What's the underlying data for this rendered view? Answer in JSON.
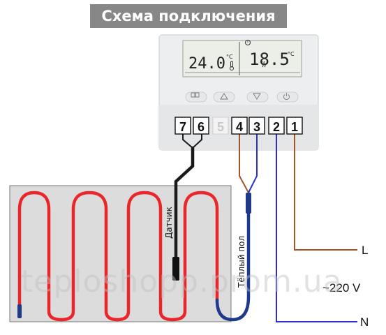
{
  "title": "Схема подключения",
  "display": {
    "floor_temp": "24.0",
    "floor_unit": "°C",
    "set_temp": "18.5",
    "set_unit": "°C"
  },
  "terminals": [
    "7",
    "6",
    "5",
    "4",
    "3",
    "2",
    "1"
  ],
  "labels": {
    "sensor": "Датчик",
    "heating_floor": "Тёплый пол",
    "live": "L",
    "voltage": "~220 V",
    "neutral": "N"
  },
  "watermark": "teploshopp.prom.ua",
  "colors": {
    "heating_cable": "#e8262b",
    "sensor_wire": "#1a1a1a",
    "brown_wire": "#a5532a",
    "blue_wire": "#2e2ed0",
    "floor_panel": "#dcdcdc",
    "banner": "#878787"
  },
  "icons": [
    "book-icon",
    "up-arrow-icon",
    "down-arrow-icon",
    "power-icon",
    "thermometer-icon",
    "heat-wave-icon",
    "clock-icon"
  ]
}
